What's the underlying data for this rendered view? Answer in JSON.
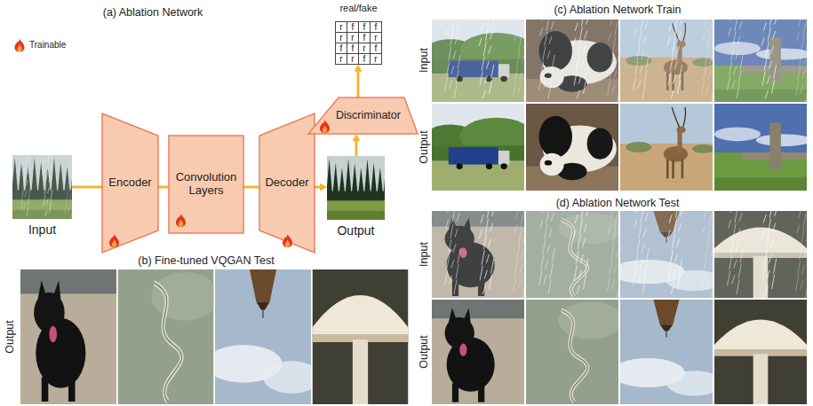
{
  "diagram": {
    "nodes": [
      {
        "text": [
          "Input"
        ]
      },
      {
        "text": [
          "Encoder"
        ]
      },
      {
        "text": [
          "Convolution Layers"
        ]
      },
      {
        "text": [
          "Decoder"
        ]
      },
      {
        "text": [
          "Output"
        ]
      },
      {
        "text": [
          "Discriminator"
        ]
      },
      {
        "text": [
          "real/fake"
        ]
      }
    ],
    "edges": [
      {
        "from": 0,
        "to": 1,
        "arrow": "none"
      },
      {
        "from": 1,
        "to": 2,
        "arrow": "none"
      },
      {
        "from": 2,
        "to": 3,
        "arrow": "none"
      },
      {
        "from": 3,
        "to": 4,
        "arrow": "to"
      },
      {
        "from": 4,
        "to": 5,
        "arrow": "to"
      },
      {
        "from": 5,
        "to": 6,
        "arrow": "to"
      }
    ],
    "labels": [
      "(a) Ablation Network",
      "(b) Fine-tuned VQGAN Test",
      "Output",
      "(c) Ablation Network Train",
      "Input",
      "Output",
      "(d) Ablation Network Test",
      "Input",
      "Output",
      "r",
      "f",
      "f",
      "f",
      "r",
      "r",
      "f",
      "r",
      "f",
      "f",
      "r",
      "f",
      "r",
      "r",
      "f",
      "r"
    ],
    "legend": [
      {
        "text": "Trainable"
      }
    ]
  }
}
